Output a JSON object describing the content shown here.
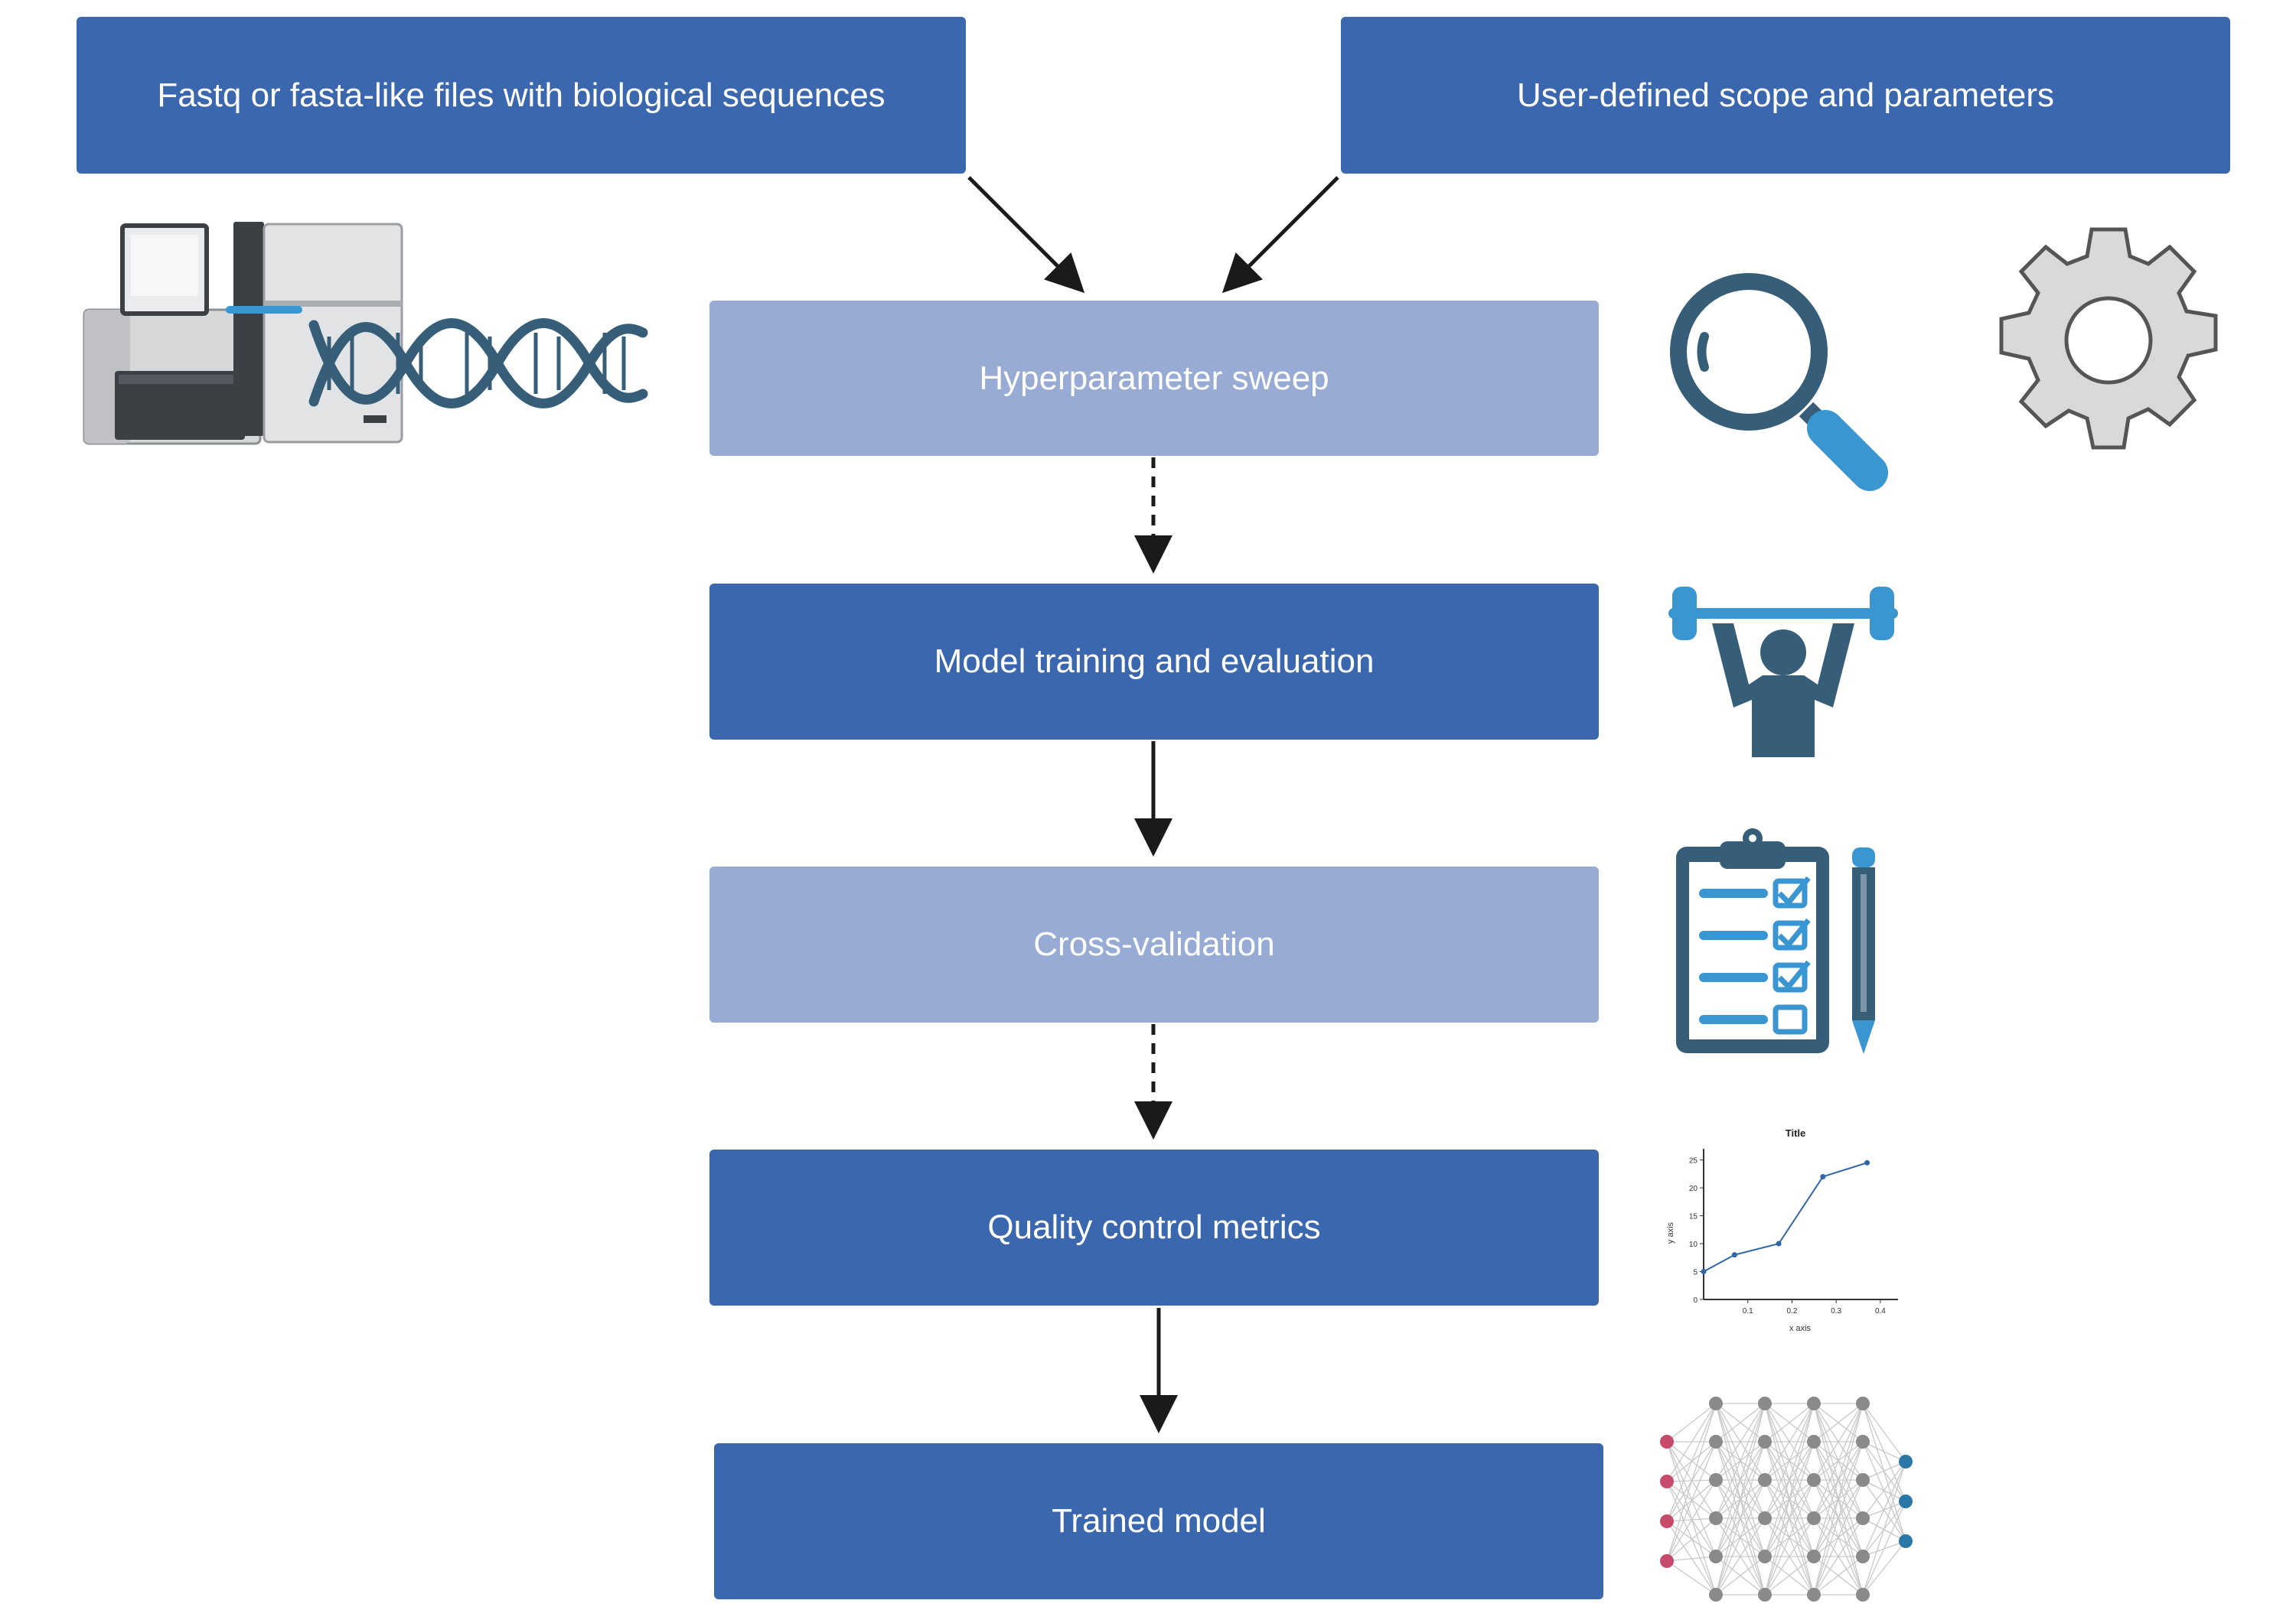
{
  "inputs": {
    "sequence_files": "Fastq or fasta-like files with biological sequences",
    "user_scope": "User-defined scope and parameters"
  },
  "steps": {
    "hyperparameter_sweep": "Hyperparameter sweep",
    "model_training": "Model training and evaluation",
    "cross_validation": "Cross-validation",
    "qc_metrics": "Quality control metrics",
    "trained_model": "Trained model"
  },
  "mini_chart": {
    "title": "Title",
    "xlabel": "x axis",
    "ylabel": "y axis",
    "x_ticks": [
      "0.1",
      "0.2",
      "0.3",
      "0.4"
    ],
    "y_ticks": [
      "0",
      "5",
      "10",
      "15",
      "20",
      "25"
    ],
    "points": [
      [
        0.0,
        5
      ],
      [
        0.07,
        8
      ],
      [
        0.17,
        10
      ],
      [
        0.27,
        22
      ],
      [
        0.37,
        24.5
      ]
    ]
  },
  "icons": [
    "sequencer-icon",
    "dna-icon",
    "magnifier-icon",
    "gear-icon",
    "weightlifter-icon",
    "clipboard-checklist-icon",
    "pencil-icon",
    "neural-network-icon"
  ],
  "colors": {
    "dark_box": "#3a67ae",
    "light_box": "#97abd4",
    "icon_dark": "#365e79",
    "icon_light": "#3a96d0"
  }
}
